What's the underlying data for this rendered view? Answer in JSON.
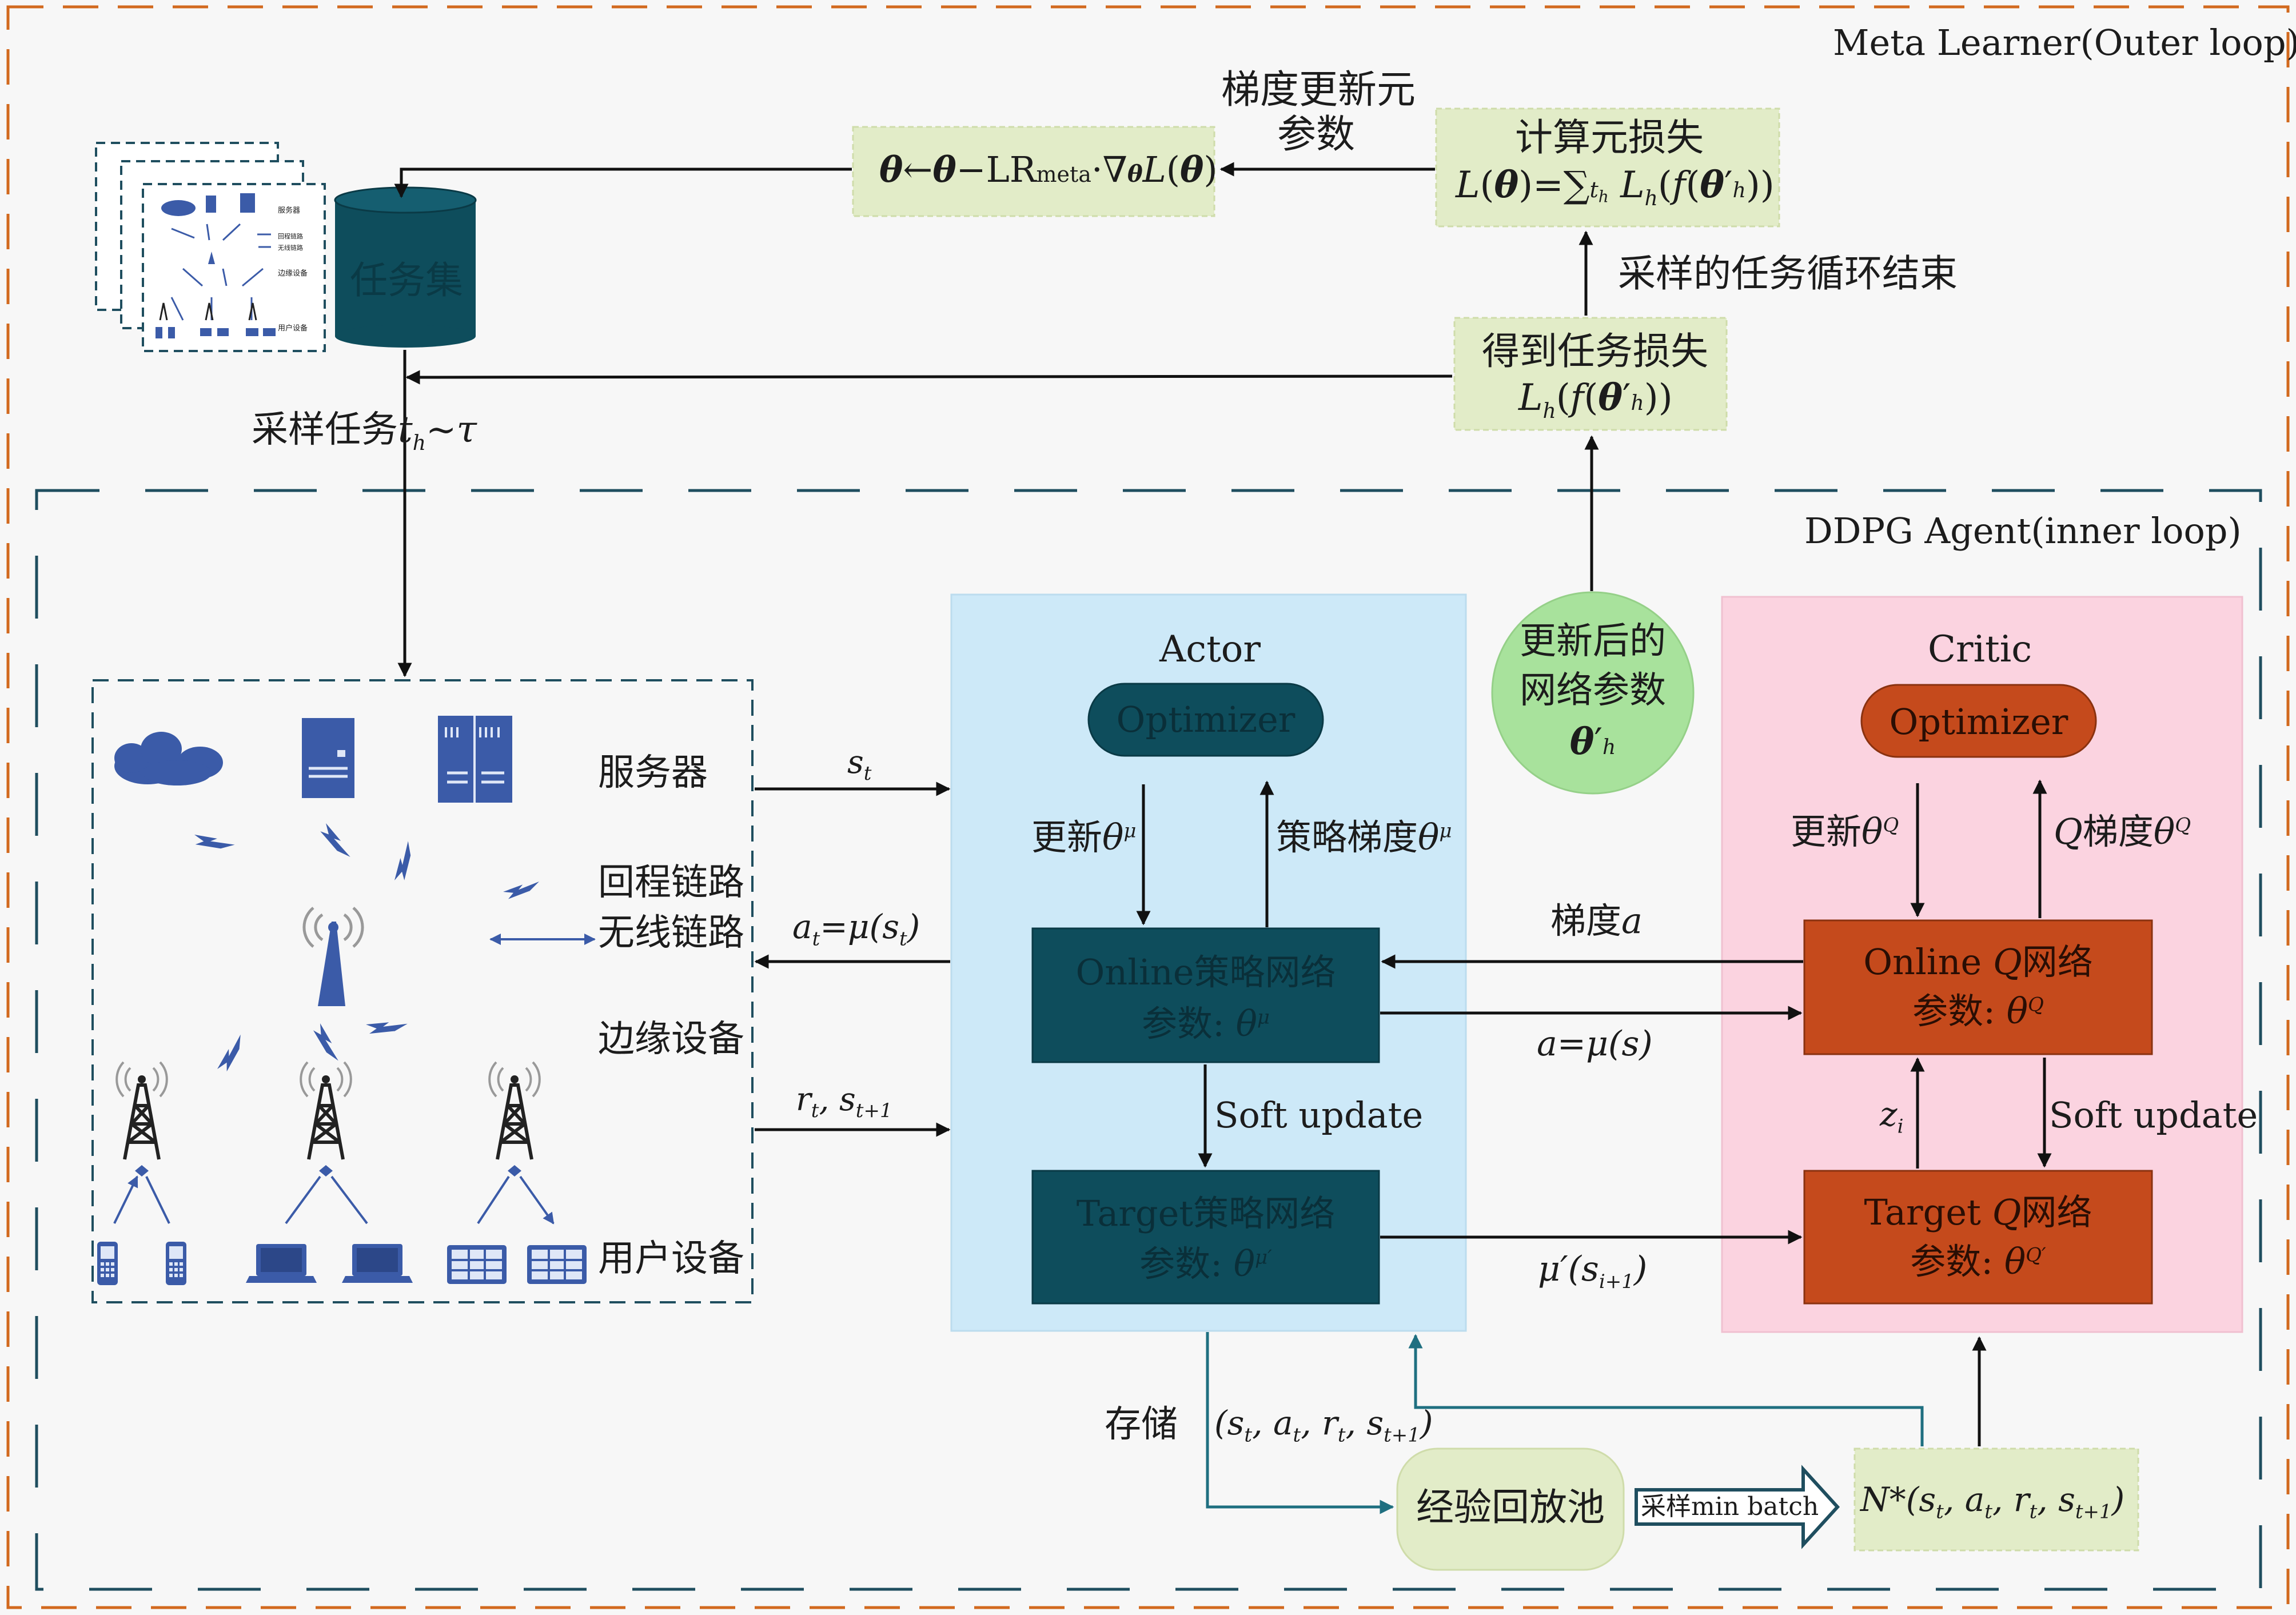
{
  "outer": {
    "title": "Meta Learner(Outer loop)",
    "meta_update_label": "梯度更新元参数",
    "meta_update_formula": "θ←θ−LRmeta·∇θL(θ)",
    "compute_meta_loss_title": "计算元损失",
    "compute_meta_loss_formula": "L(θ)=∑th Lh(f(θ′h))",
    "loop_end_label": "采样的任务循环结束",
    "task_loss_title": "得到任务损失",
    "task_loss_formula": "Lh(f(θ′h))",
    "task_set_label": "任务集",
    "sample_task_label": "采样任务th~τ",
    "mini_legend": [
      "服务器",
      "回程链路",
      "无线链路",
      "边缘设备",
      "用户设备"
    ]
  },
  "inner": {
    "title": "DDPG Agent(inner loop)",
    "updated_params": {
      "line1": "更新后的",
      "line2": "网络参数",
      "symbol": "θ′h"
    },
    "actor": {
      "title": "Actor",
      "optimizer": "Optimizer",
      "update_label": "更新θμ",
      "grad_label": "策略梯度θμ",
      "online_line1": "Online策略网络",
      "online_line2": "参数: θμ",
      "soft_update": "Soft update",
      "target_line1": "Target策略网络",
      "target_line2": "参数: θμ′"
    },
    "critic": {
      "title": "Critic",
      "optimizer": "Optimizer",
      "update_label": "更新θQ",
      "grad_label": "Q梯度θQ",
      "online_line1": "Online Q网络",
      "online_line2": "参数: θQ",
      "soft_update": "Soft update",
      "target_line1": "Target Q网络",
      "target_line2": "参数: θQ′",
      "zi_label": "zi"
    },
    "links": {
      "gradient_a": "梯度a",
      "a_mu_s": "a=μ(s)",
      "mu_prime": "μ′(si+1)",
      "st": "st",
      "at": "at=μ(st)",
      "rt_st1": "rt, st+1"
    },
    "environment": {
      "legend": [
        "服务器",
        "回程链路",
        "无线链路",
        "边缘设备",
        "用户设备"
      ]
    },
    "replay": {
      "store_label": "存储",
      "tuple": "(st, at, rt, st+1)",
      "buffer": "经验回放池",
      "sample_label": "采样min batch",
      "batch": "N*(st, at, rt, st+1)"
    }
  },
  "colors": {
    "orange_border": "#d2691e",
    "teal_border": "#1f4e5f",
    "actor_bg": "#cde9f8",
    "critic_bg": "#fbd3e0",
    "actor_net": "#0e4d5c",
    "critic_net": "#c54a1c",
    "pale_box": "#e2ecc8",
    "green_circle": "#a8e29c",
    "device_blue": "#3b5ba8"
  }
}
